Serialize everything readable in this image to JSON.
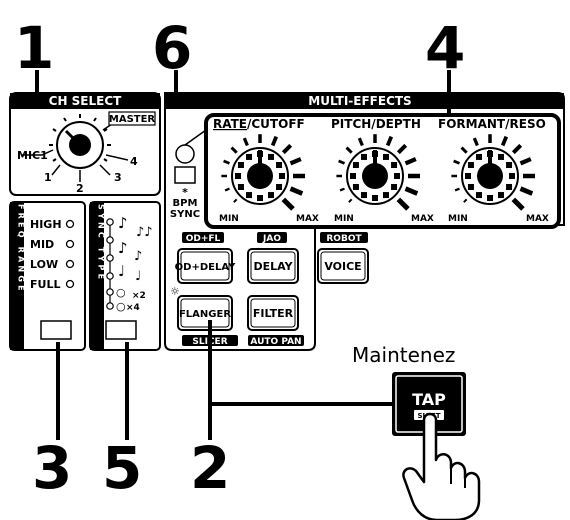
{
  "callouts": {
    "one": "1",
    "two": "2",
    "three": "3",
    "four": "4",
    "five": "5",
    "six": "6"
  },
  "ch_select": {
    "title": "CH SELECT",
    "positions": {
      "master": "MASTER",
      "mic1": "MIC1",
      "p1": "1",
      "p2": "2",
      "p3": "3",
      "p4": "4"
    }
  },
  "freq_range": {
    "side_label": "FREQ RANGE",
    "items": [
      "HIGH",
      "MID",
      "LOW",
      "FULL"
    ]
  },
  "sync_type": {
    "side_label": "SYNC TYPE",
    "items": [
      "♪",
      "♪♪",
      "♩",
      "○",
      "○×2",
      "○×4"
    ],
    "x2": "×2",
    "x4": "×4"
  },
  "multi_effects": {
    "title": "MULTI-EFFECTS",
    "knobs": [
      {
        "label_main": "RATE",
        "label_sep": "/",
        "label_sub": "CUTOFF",
        "min": "MIN",
        "max": "MAX"
      },
      {
        "label_main": "PITCH",
        "label_sep": "/",
        "label_sub": "DEPTH",
        "min": "MIN",
        "max": "MAX"
      },
      {
        "label_main": "FORMANT",
        "label_sep": "/",
        "label_sub": "RESO",
        "min": "MIN",
        "max": "MAX"
      }
    ],
    "bpm_sync_asterisk": "*",
    "bpm_sync_label_1": "BPM",
    "bpm_sync_label_2": "SYNC",
    "top_tags": [
      "OD+FL",
      "JAO",
      "ROBOT"
    ],
    "buttons": [
      "OD+DELAY",
      "DELAY",
      "VOICE",
      "FLANGER",
      "FILTER"
    ],
    "bottom_tags": [
      "SLICER",
      "AUTO PAN"
    ]
  },
  "tap": {
    "hold_label": "Maintenez",
    "button_label": "TAP",
    "sub_label": "SHIFT"
  },
  "colors": {
    "ink": "#000000",
    "panel": "#ffffff"
  }
}
